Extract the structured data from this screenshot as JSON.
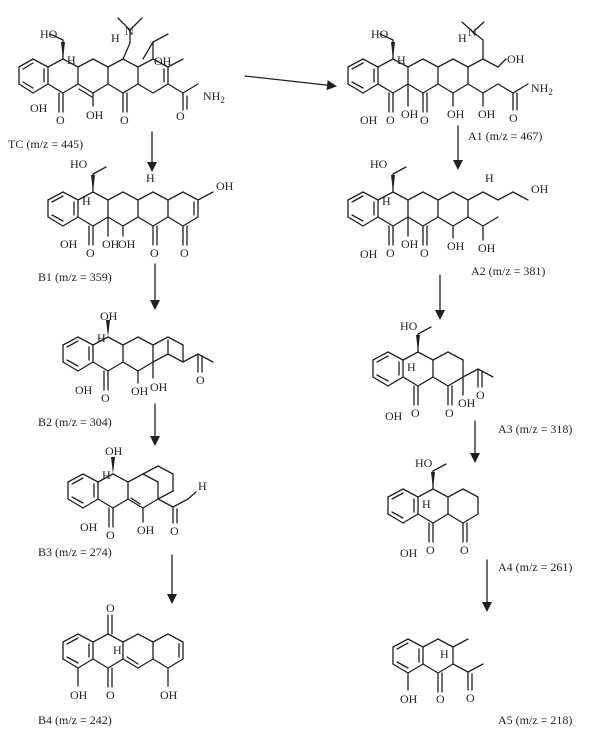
{
  "figure": {
    "background": "#ffffff",
    "ink": "#231f20",
    "compounds": [
      {
        "key": "TC",
        "caption": "TC (m/z = 445)"
      },
      {
        "key": "A1",
        "caption": "A1 (m/z = 467)"
      },
      {
        "key": "A2",
        "caption": "A2 (m/z = 381)"
      },
      {
        "key": "A3",
        "caption": "A3 (m/z = 318)"
      },
      {
        "key": "A4",
        "caption": "A4 (m/z = 261)"
      },
      {
        "key": "A5",
        "caption": "A5 (m/z = 218)"
      },
      {
        "key": "B1",
        "caption": "B1 (m/z = 359)"
      },
      {
        "key": "B2",
        "caption": "B2 (m/z = 304)"
      },
      {
        "key": "B3",
        "caption": "B3 (m/z = 274)"
      },
      {
        "key": "B4",
        "caption": "B4 (m/z = 242)"
      }
    ],
    "atoms": {
      "oh": "OH",
      "ho": "HO",
      "o": "O",
      "h": "H",
      "n": "N",
      "nh2": "NH",
      "two": "2"
    },
    "pathways": [
      {
        "from": "TC",
        "to": "A1"
      },
      {
        "from": "A1",
        "to": "A2"
      },
      {
        "from": "A2",
        "to": "A3"
      },
      {
        "from": "A3",
        "to": "A4"
      },
      {
        "from": "A4",
        "to": "A5"
      },
      {
        "from": "TC",
        "to": "B1"
      },
      {
        "from": "B1",
        "to": "B2"
      },
      {
        "from": "B2",
        "to": "B3"
      },
      {
        "from": "B3",
        "to": "B4"
      }
    ]
  }
}
